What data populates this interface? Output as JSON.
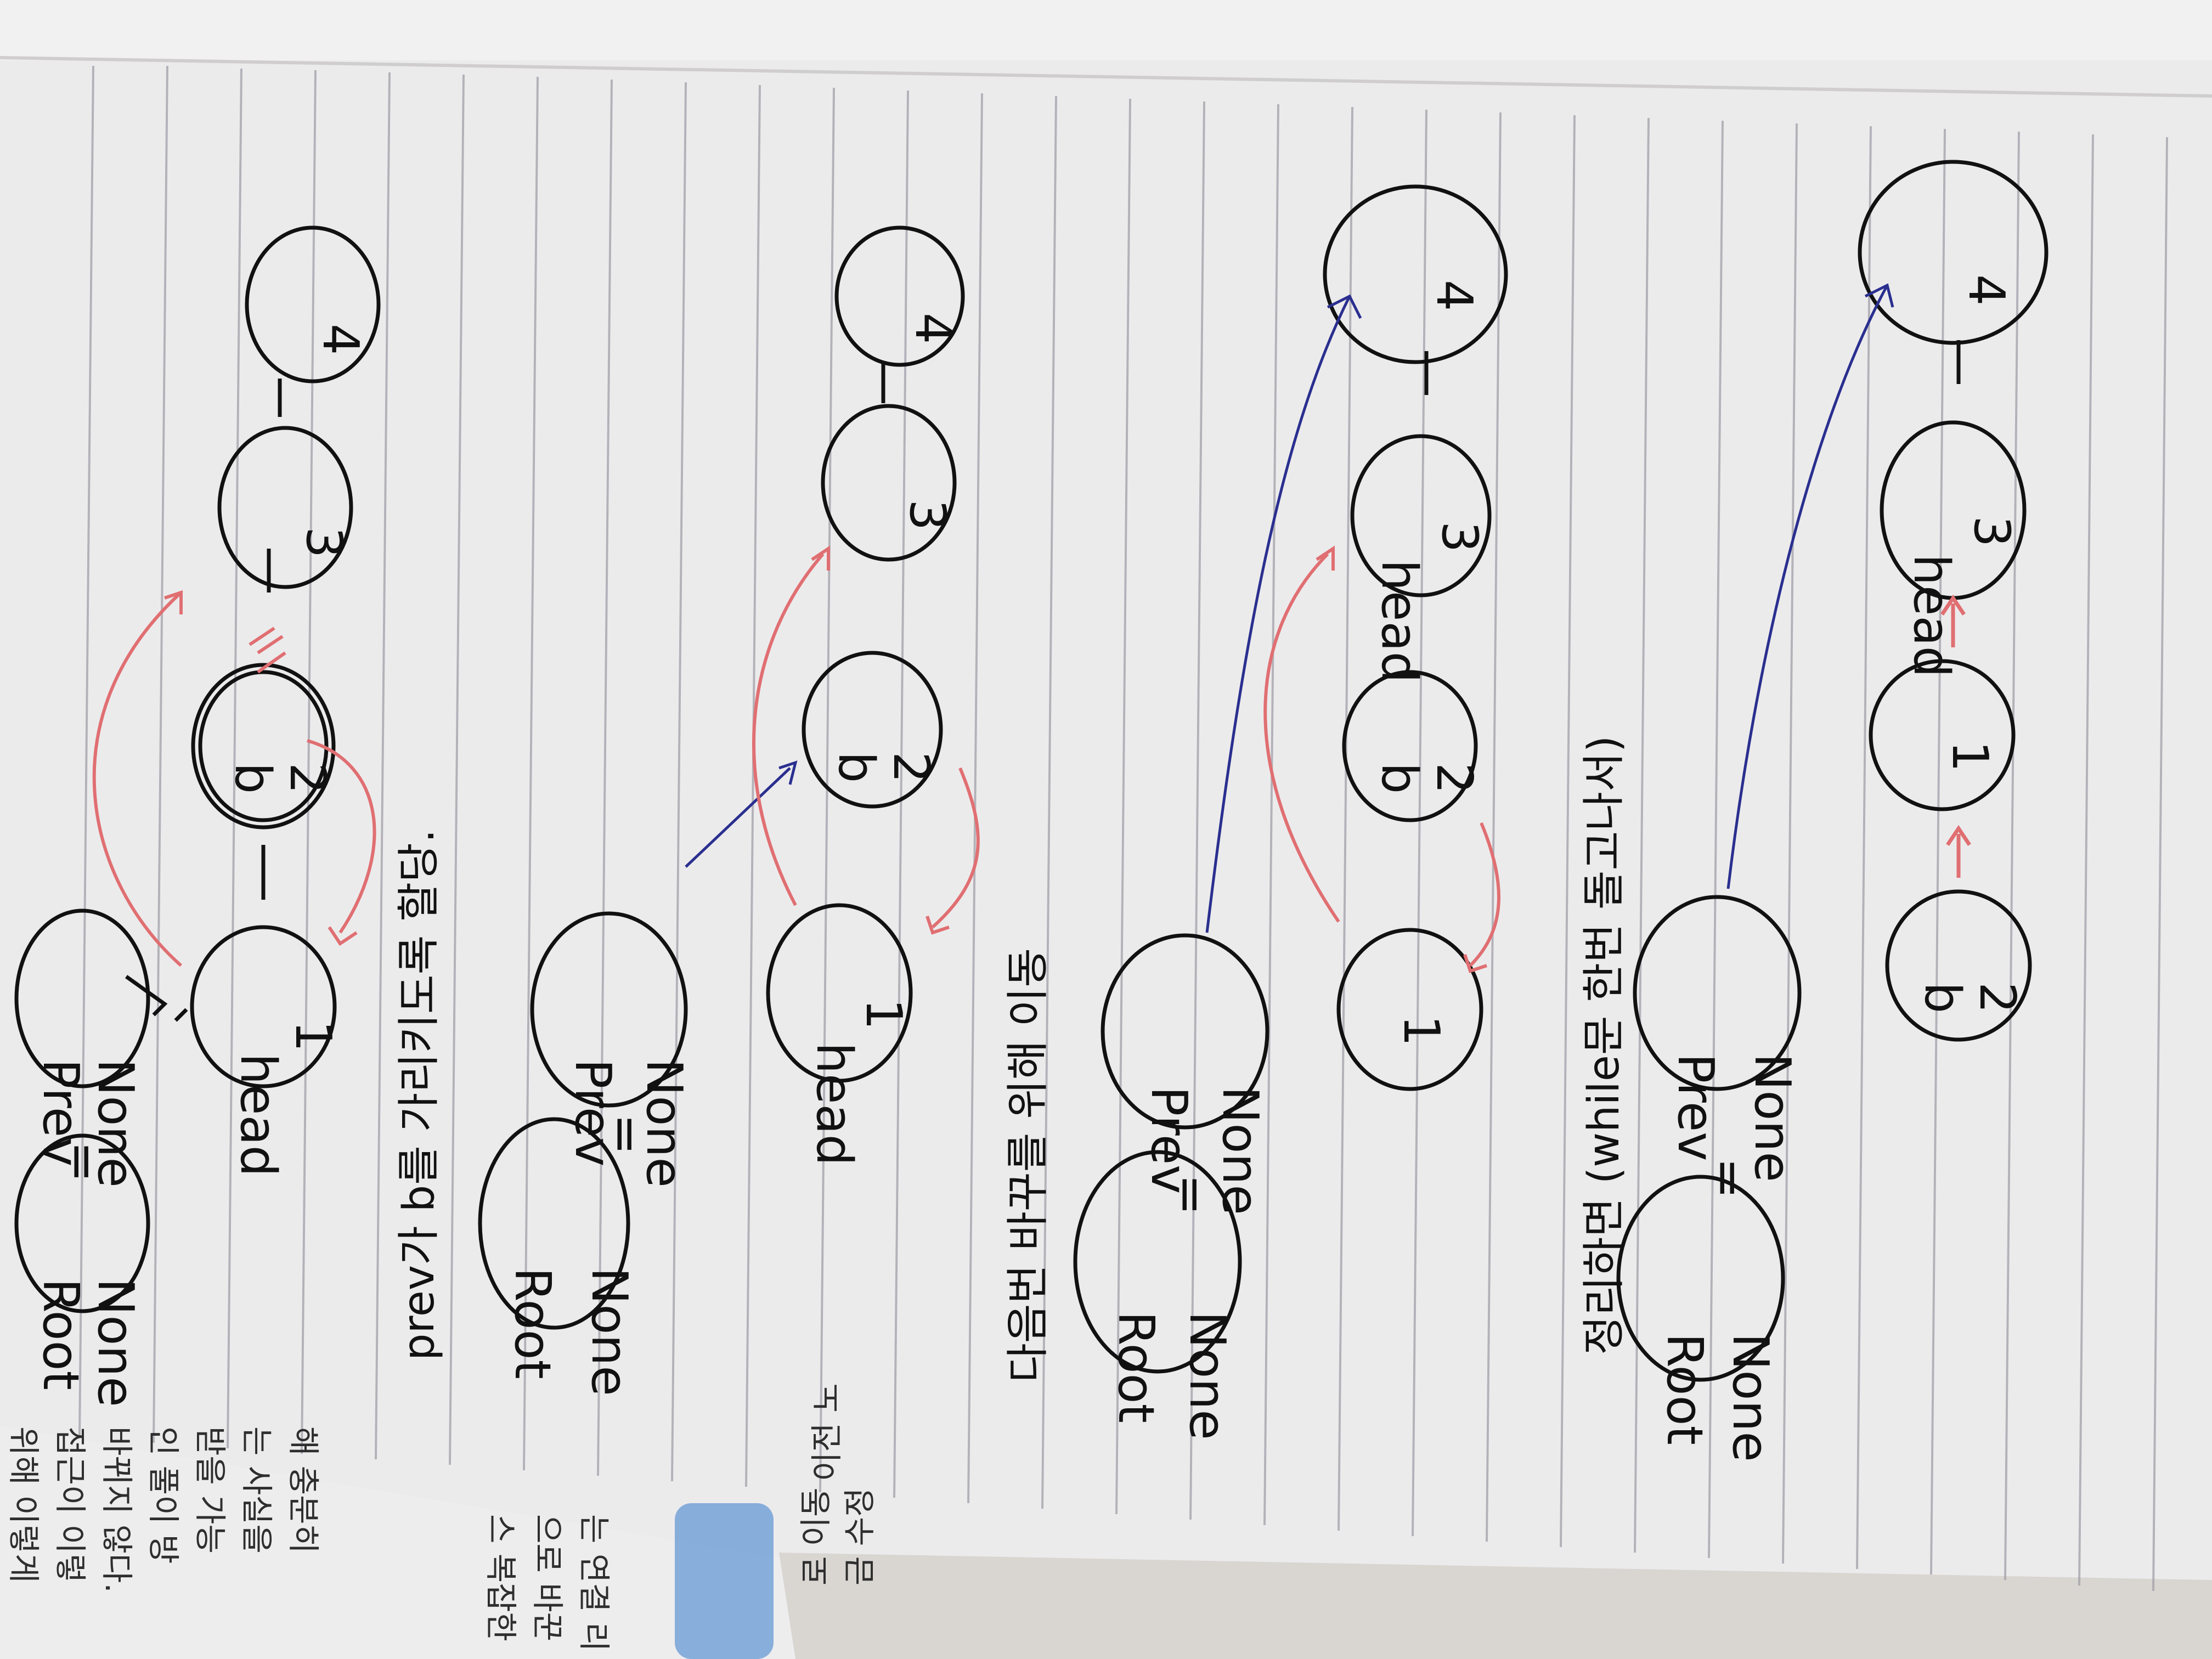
{
  "photo": {
    "subject": "photo of handwritten notebook page (rotated 90°) beside a printed Korean textbook page",
    "ink_colors": {
      "pen": "#111111",
      "red_pencil": "#e07a7a",
      "blue_pen": "#2a2f8f"
    },
    "paper_color": "#ece9e6",
    "rule_color": "#9c9aa4"
  },
  "notes": {
    "step1": {
      "root": [
        "Root",
        "None"
      ],
      "equals": "=",
      "prev": [
        "Prev",
        "None"
      ],
      "nodes": [
        {
          "top": "head",
          "bottom": "1"
        },
        {
          "top": "b",
          "bottom": "2"
        },
        {
          "top": "",
          "bottom": "3"
        },
        {
          "top": "",
          "bottom": "4"
        }
      ]
    },
    "step2": {
      "caption": "prev가 b를 가리키도록 할당.",
      "root": [
        "Root",
        "None"
      ],
      "equals": "=",
      "prev": [
        "Prev",
        "None"
      ],
      "nodes": [
        {
          "top": "head",
          "bottom": "1"
        },
        {
          "top": "b",
          "bottom": "2"
        },
        {
          "top": "",
          "bottom": "3"
        },
        {
          "top": "",
          "bottom": "4"
        }
      ]
    },
    "step3": {
      "caption": "다음번 바꾸를 위해 이동",
      "root": [
        "Root",
        "None"
      ],
      "equals": "=",
      "prev": [
        "Prev",
        "None"
      ],
      "nodes": [
        {
          "top": "",
          "bottom": "1"
        },
        {
          "top": "b",
          "bottom": "2"
        },
        {
          "top": "head",
          "bottom": "3"
        },
        {
          "top": "",
          "bottom": "4"
        }
      ]
    },
    "step4": {
      "caption": "정리하면 (while문 한번 돌고나서)",
      "root": [
        "Root",
        "None"
      ],
      "equals": "=",
      "prev": [
        "Prev",
        "None"
      ],
      "nodes": [
        {
          "top": "b",
          "bottom": "2"
        },
        {
          "top": "",
          "bottom": "1"
        },
        {
          "top": "head",
          "bottom": "3"
        },
        {
          "top": "",
          "bottom": "4"
        }
      ]
    }
  },
  "book": {
    "lines": [
      "위해 이렇게",
      "접근이 이렇",
      "바뀌지 않다.",
      "인 풀이 방",
      "받을 가능",
      "는 사실을",
      "해 충분히",
      "",
      "스 복잡한",
      "으로 바꾼",
      "는 연결 리",
      "",
      "이전 노",
      "",
      "로 이동",
      "금 수정"
    ]
  }
}
